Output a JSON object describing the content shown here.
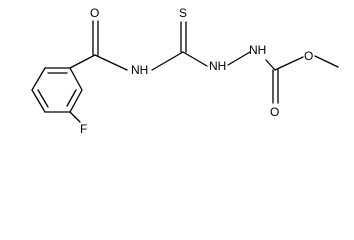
{
  "molecule": {
    "atoms": {
      "O_carbonyl": "O",
      "S_thio": "S",
      "NH_amide": "NH",
      "NH_hydrazine_1": "NH",
      "NH_hydrazine_2": "NH",
      "F": "F",
      "O_ester_carbonyl": "O",
      "O_ester": "O"
    }
  }
}
